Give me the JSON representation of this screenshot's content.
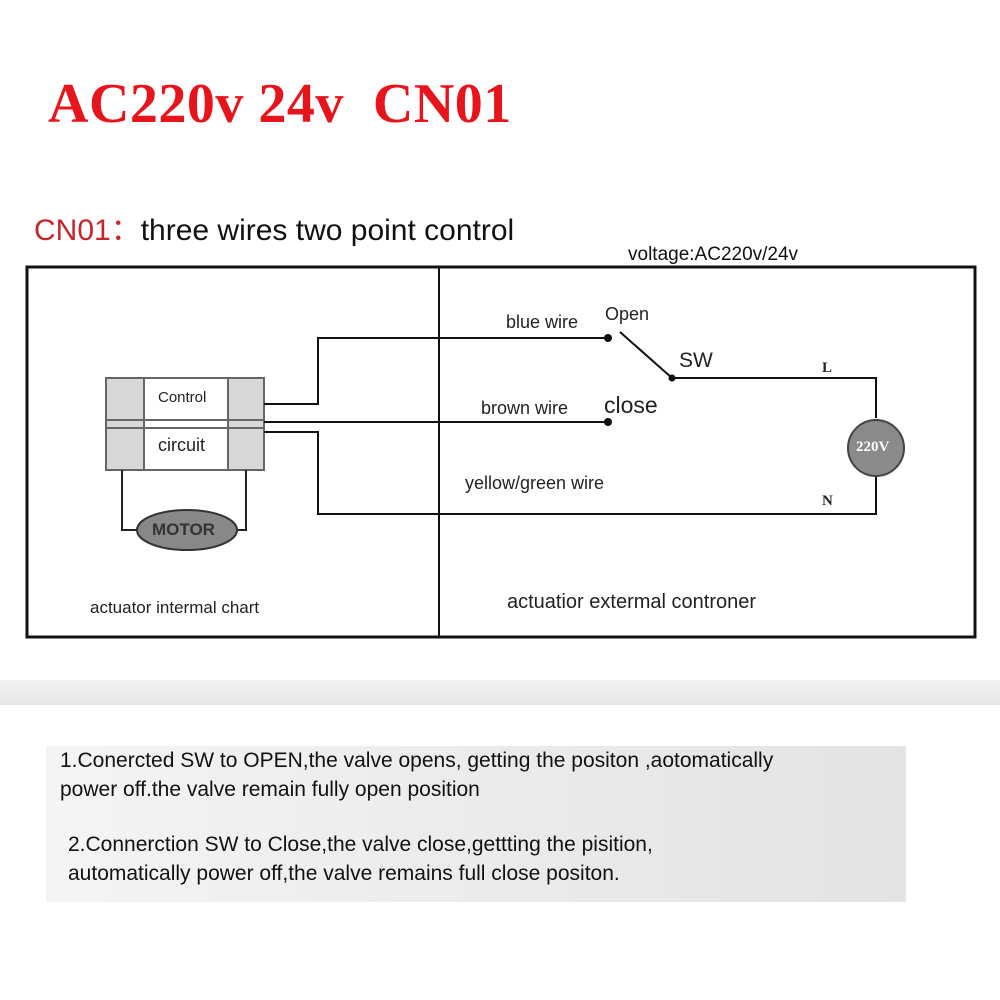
{
  "title": "AC220v 24v  CN01",
  "subtitle": {
    "code": "CN01",
    "separator": "：",
    "text": "three wires two point control"
  },
  "voltage": "voltage:AC220v/24v",
  "internal": {
    "control_label": "Control",
    "circuit_label": "circuit",
    "motor_label": "MOTOR",
    "caption": "actuator intermal chart"
  },
  "external": {
    "blue_wire": "blue wire",
    "brown_wire": "brown wire",
    "yellowgreen_wire": "yellow/green wire",
    "open": "Open",
    "close": "close",
    "sw": "SW",
    "line_l": "L",
    "line_n": "N",
    "supply": "220V",
    "caption": "actuatior extermal controner"
  },
  "notes": [
    {
      "line1": "1.Conercted SW to OPEN,the valve opens, getting the positon ,aotomatically",
      "line2": "power off.the valve remain fully open position"
    },
    {
      "line1": "2.Connerction SW to Close,the valve close,gettting the pisition,",
      "line2": "automatically power off,the valve remains full close positon."
    }
  ],
  "colors": {
    "title_red": "#e8141c",
    "code_red": "#c8252a",
    "motor_fill": "#888888",
    "supply_fill": "#8a8a8a"
  }
}
